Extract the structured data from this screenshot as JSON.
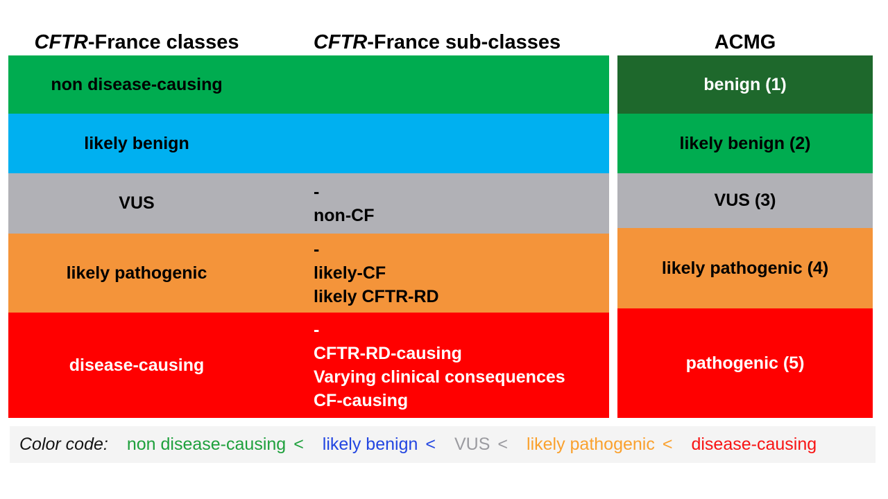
{
  "headers": {
    "col1_italic": "CFTR",
    "col1_rest": "-France classes",
    "col2_italic": "CFTR",
    "col2_rest": "-France sub-classes",
    "col3": "ACMG"
  },
  "cftr_rows": [
    {
      "class": "non disease-causing",
      "subclasses": [],
      "bg": "#00AC50",
      "fg": "#000000"
    },
    {
      "class": "likely benign",
      "subclasses": [],
      "bg": "#00B0F0",
      "fg": "#000000"
    },
    {
      "class": "VUS",
      "subclasses": [
        "-",
        "non-CF"
      ],
      "bg": "#B1B1B6",
      "fg": "#000000"
    },
    {
      "class": "likely pathogenic",
      "subclasses": [
        "-",
        "likely-CF",
        "likely CFTR-RD"
      ],
      "bg": "#F4943A",
      "fg": "#000000"
    },
    {
      "class": "disease-causing",
      "subclasses": [
        "-",
        "CFTR-RD-causing",
        "Varying clinical consequences",
        "CF-causing"
      ],
      "bg": "#FF0000",
      "fg": "#FFFFFF"
    }
  ],
  "acmg_rows": [
    {
      "label": "benign (1)",
      "bg": "#1E682C",
      "fg": "#FFFFFF"
    },
    {
      "label": "likely benign (2)",
      "bg": "#00AC50",
      "fg": "#000000"
    },
    {
      "label": "VUS (3)",
      "bg": "#B1B1B6",
      "fg": "#000000"
    },
    {
      "label": "likely pathogenic (4)",
      "bg": "#F4943A",
      "fg": "#000000"
    },
    {
      "label": "pathogenic (5)",
      "bg": "#FF0000",
      "fg": "#FFFFFF"
    }
  ],
  "legend": {
    "label": "Color code:",
    "background": "#F4F4F4",
    "items": [
      {
        "text": "non disease-causing",
        "sep": "<",
        "color": "#1EA03C"
      },
      {
        "text": "likely benign",
        "sep": "<",
        "color": "#2346E1"
      },
      {
        "text": "VUS",
        "sep": "<",
        "color": "#9B9BA0"
      },
      {
        "text": "likely pathogenic",
        "sep": "<",
        "color": "#FAA12E"
      },
      {
        "text": "disease-causing",
        "sep": "",
        "color": "#F81414"
      }
    ]
  }
}
